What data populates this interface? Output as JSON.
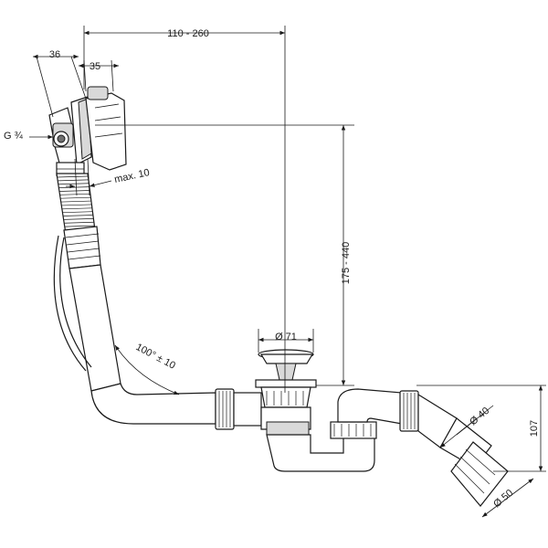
{
  "dimensions": {
    "adjust_range": "110 - 260",
    "overflow_depth": "36",
    "overflow_plate": "35",
    "connection_thread": "G ¾",
    "wall_thickness": "max. 10",
    "height_range": "175 - 440",
    "plug_diameter": "Ø 71",
    "pipe_angle": "100° ± 10",
    "trap_outlet_inner": "Ø 40",
    "trap_outlet_outer": "Ø 50",
    "trap_height": "107"
  }
}
